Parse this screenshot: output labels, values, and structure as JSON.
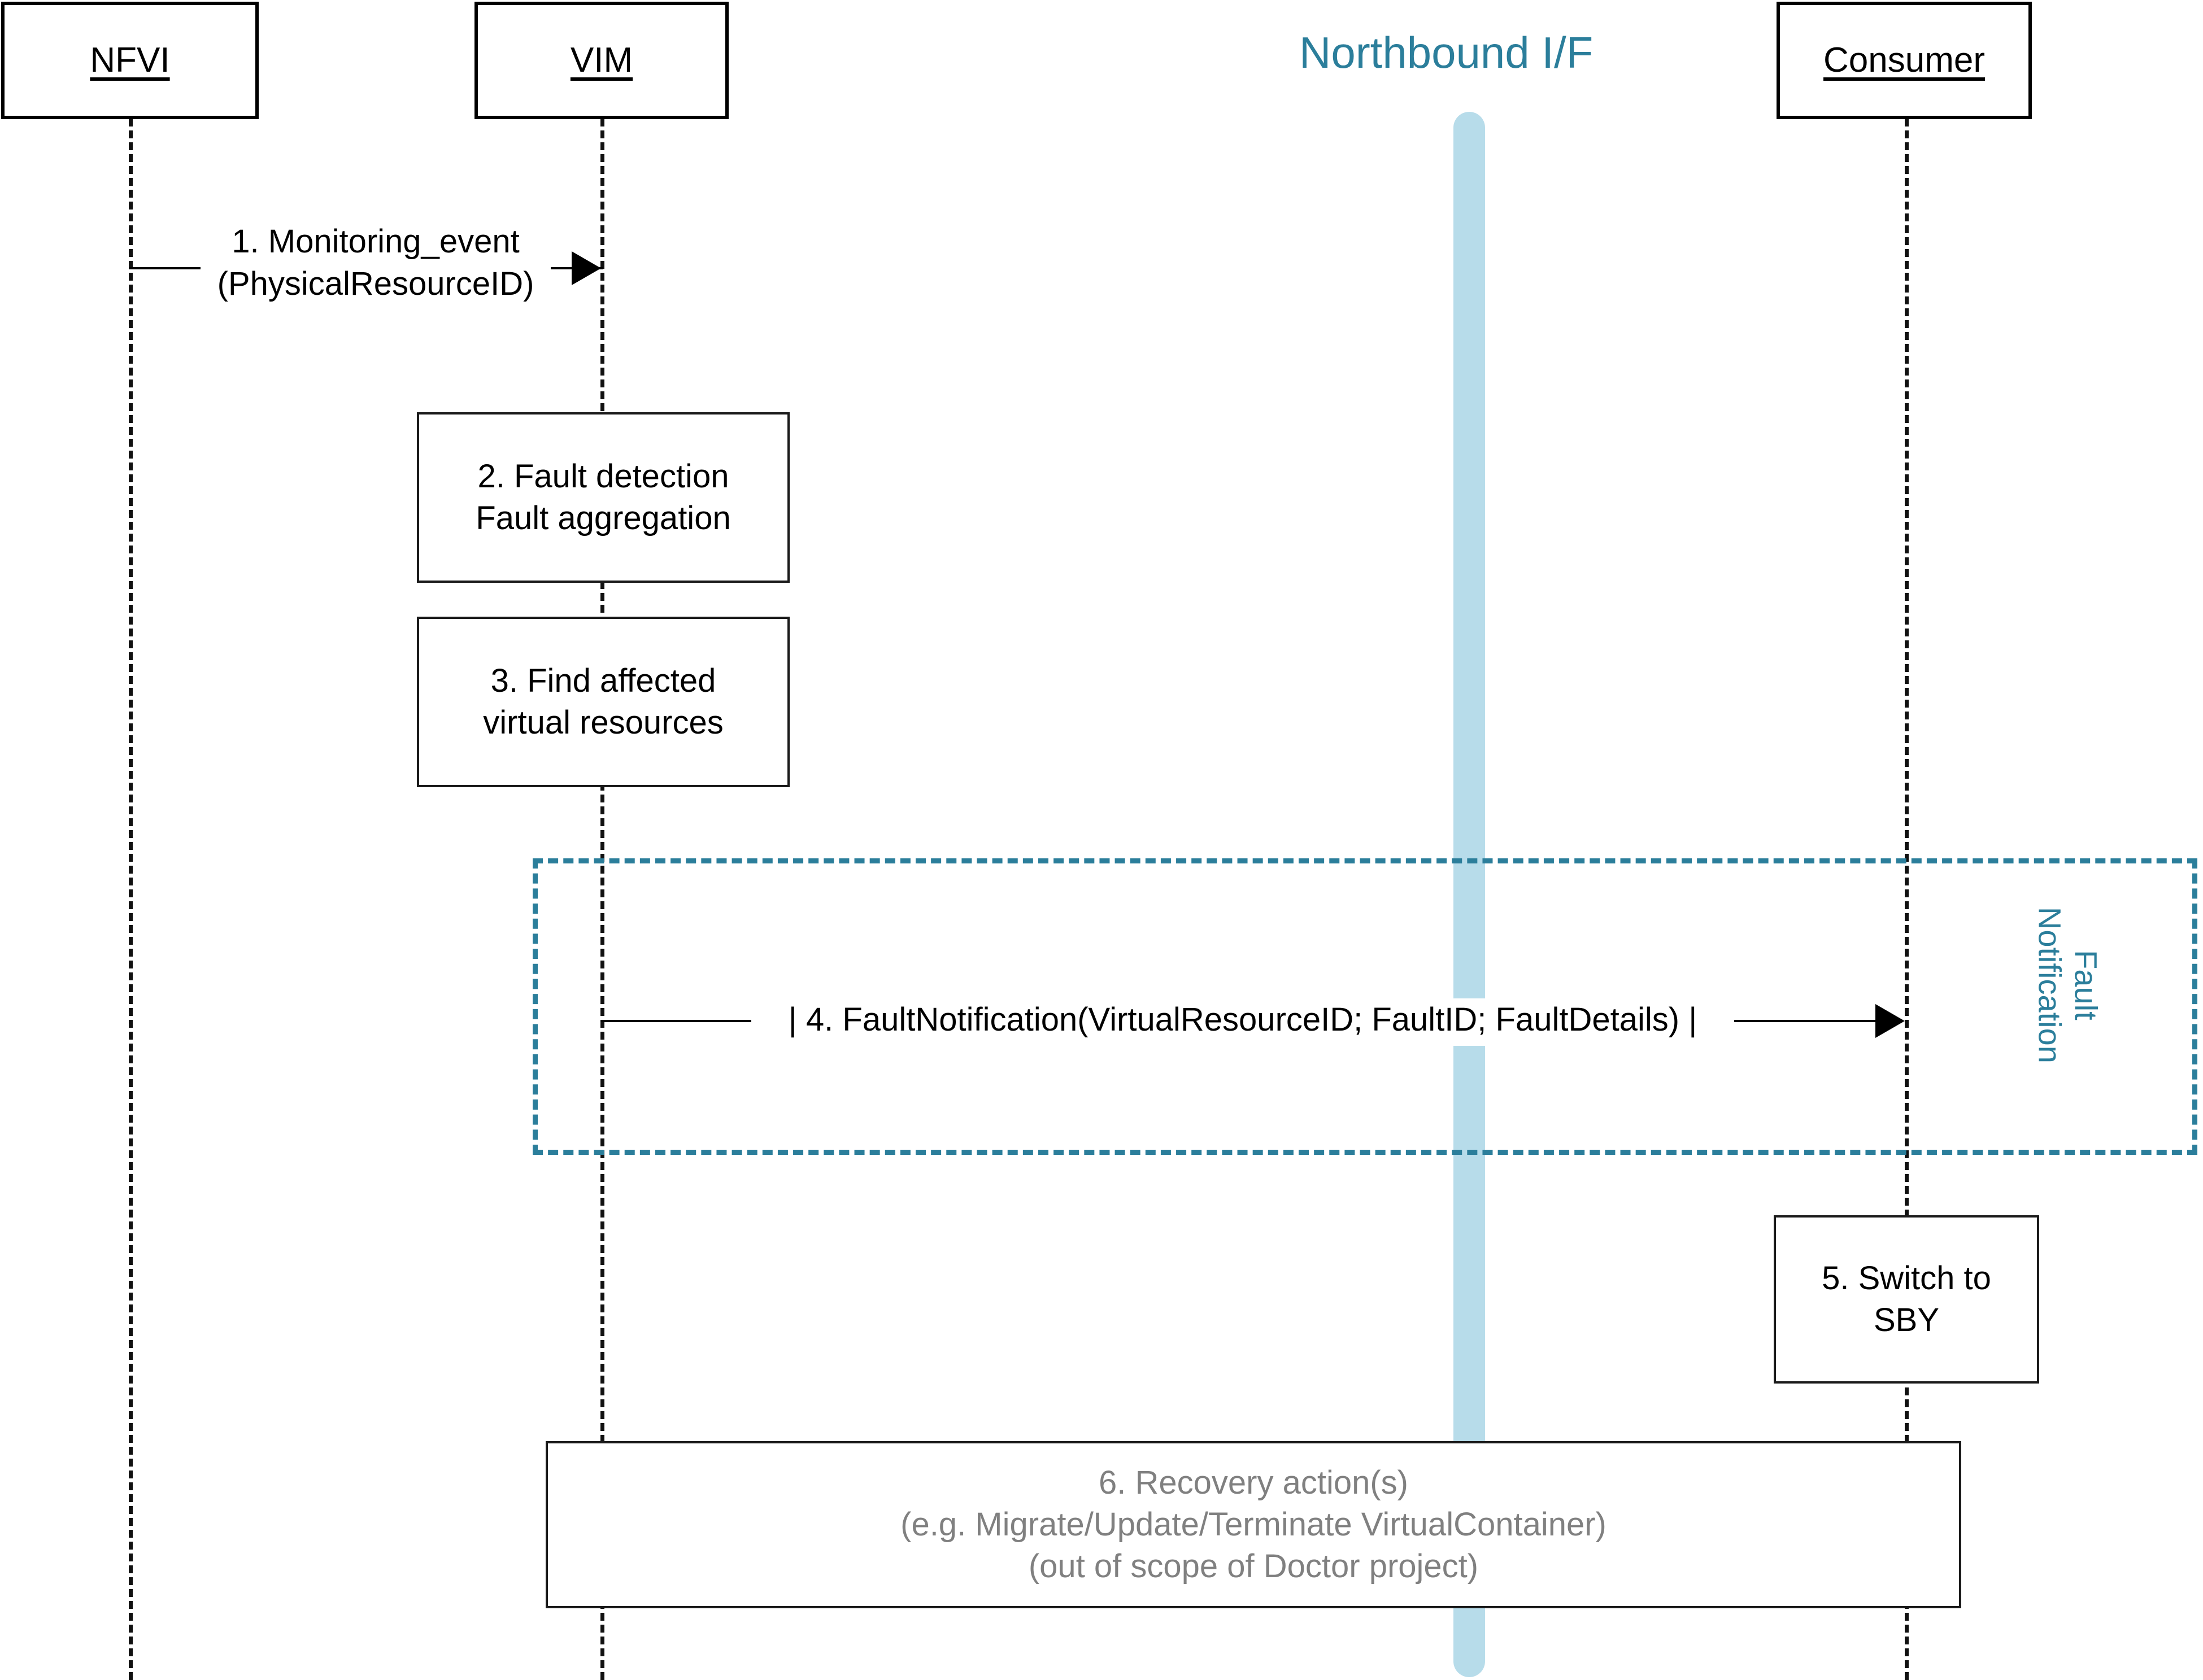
{
  "diagram": {
    "kind": "uml-sequence-diagram",
    "colors": {
      "accent_teal": "#2b7e9b",
      "interface_bar": "#b7dcea",
      "line_black": "#000000",
      "muted_gray": "#808080"
    }
  },
  "participants": [
    {
      "id": "nfvi",
      "label": "NFVI"
    },
    {
      "id": "vim",
      "label": "VIM"
    },
    {
      "id": "consumer",
      "label": "Consumer"
    }
  ],
  "interface": {
    "title": "Northbound I/F"
  },
  "messages": [
    {
      "id": "msg-1",
      "from": "nfvi",
      "to": "vim",
      "lines": [
        "1. Monitoring_event",
        "(PhysicalResourceID)"
      ]
    },
    {
      "id": "msg-4",
      "from": "vim",
      "to": "consumer",
      "lines": [
        "| 4. FaultNotification(VirtualResourceID; FaultID; FaultDetails) |"
      ]
    }
  ],
  "process_boxes": [
    {
      "id": "step-2",
      "on": "vim",
      "lines": [
        "2. Fault detection",
        "Fault aggregation"
      ]
    },
    {
      "id": "step-3",
      "on": "vim",
      "lines": [
        "3. Find affected",
        "virtual resources"
      ]
    },
    {
      "id": "step-5",
      "on": "consumer",
      "lines": [
        "5. Switch to",
        "SBY"
      ]
    },
    {
      "id": "step-6",
      "on": "span",
      "muted": true,
      "lines": [
        "6. Recovery action(s)",
        "(e.g. Migrate/Update/Terminate VirtualContainer)",
        "(out of scope of Doctor project)"
      ]
    }
  ],
  "fragment": {
    "id": "fault-notification-frame",
    "label_lines": [
      "Fault",
      "Notification"
    ]
  }
}
